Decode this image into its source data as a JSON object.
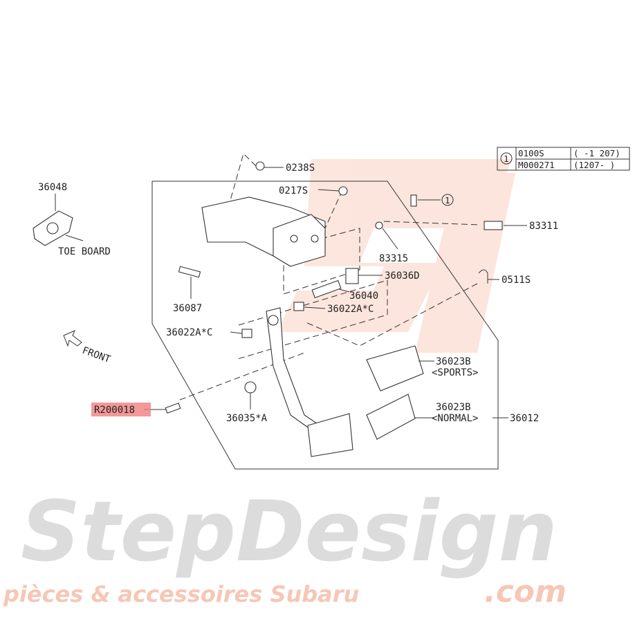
{
  "watermark": {
    "brand": "StepDesign",
    "domain": ".com",
    "tagline": "pièces & accessoires Subaru",
    "brand_color": "#d9d9d9",
    "accent_color": "#f7c9b8"
  },
  "table": {
    "ref": "1",
    "rows": [
      {
        "part": "0100S",
        "range": "( -1 207)"
      },
      {
        "part": "M000271",
        "range": "(1207- )"
      }
    ]
  },
  "labels": {
    "p36048": "36048",
    "toe_board": "TOE BOARD",
    "p0238S": "0238S",
    "p0217S": "0217S",
    "ref1": "1",
    "p83311": "83311",
    "p83315": "83315",
    "p36036D": "36036D",
    "p0511S": "0511S",
    "p36087": "36087",
    "p36040": "36040",
    "p36022A_C_right": "36022A*C",
    "p36022A_C_left": "36022A*C",
    "front": "FRONT",
    "p36023B_sports": "36023B",
    "sports": "<SPORTS>",
    "p36023B_normal": "36023B",
    "normal": "<NORMAL>",
    "p36012": "36012",
    "p36035A": "36035*A",
    "highlighted": "R200018"
  },
  "highlight_color": "#f08080"
}
